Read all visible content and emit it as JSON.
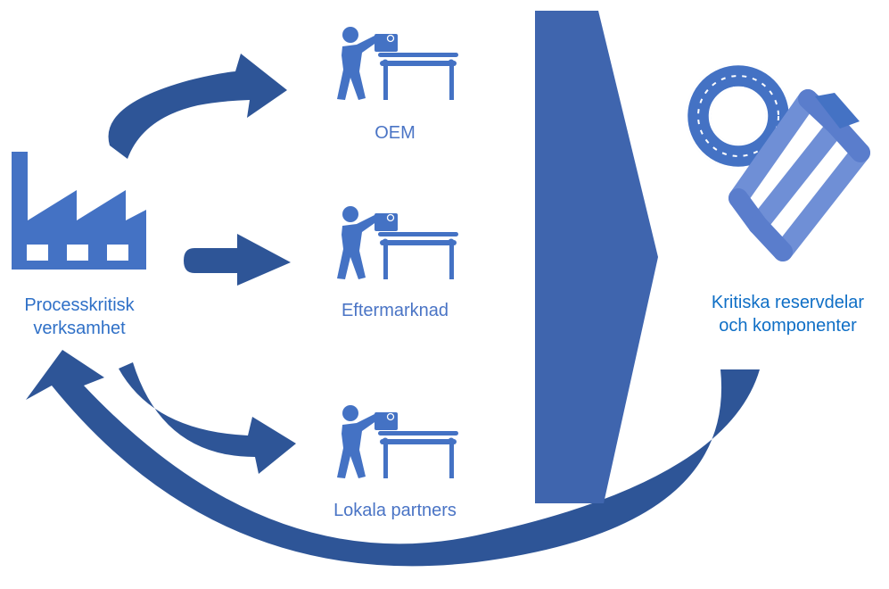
{
  "colors": {
    "arrow_dark": "#2e5597",
    "funnel": "#3f65ae",
    "icon": "#4472c4",
    "spring": "#6f8fd6",
    "label_left": "#2f70c7",
    "label_mid": "#4a74c5",
    "label_right": "#0f6fc6"
  },
  "icons": {
    "factory": "factory-icon",
    "worker": "worker-at-conveyor-icon",
    "parts": "bearing-and-spring-icon"
  },
  "labels": {
    "company_line1": "Processkritisk",
    "company_line2": "verksamhet",
    "oem": "OEM",
    "aftermarket": "Eftermarknad",
    "local_partners": "Lokala partners",
    "parts_line1": "Kritiska reservdelar",
    "parts_line2": "och komponenter"
  }
}
